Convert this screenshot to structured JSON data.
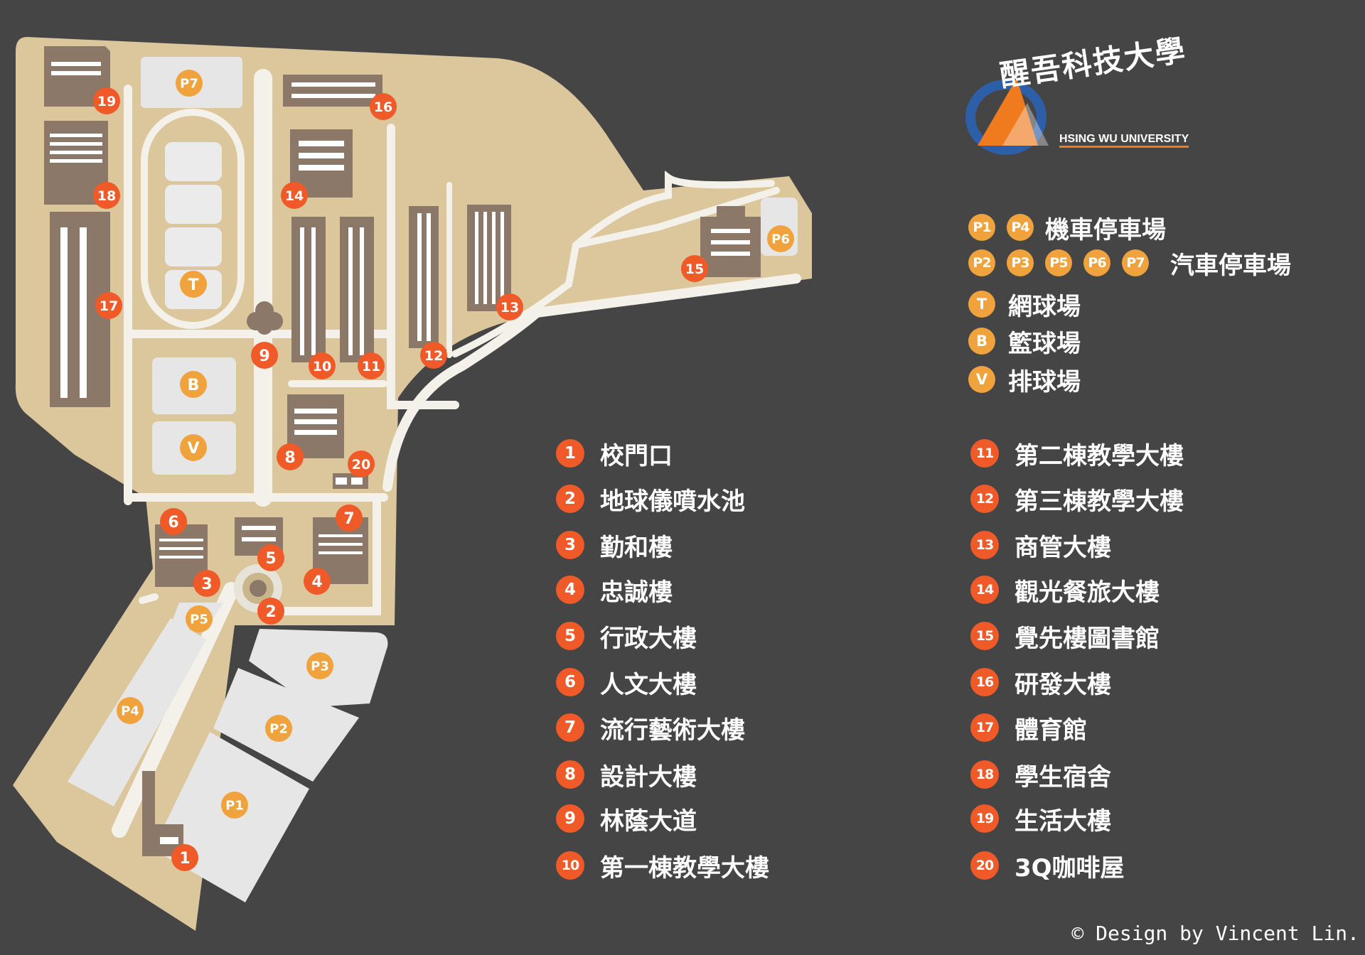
{
  "logo": {
    "name_zh": "醒吾科技大學",
    "name_en": "HSING WU UNIVERSITY"
  },
  "key": [
    {
      "pins": [
        "P1",
        "P4"
      ],
      "label": "機車停車場"
    },
    {
      "pins": [
        "P2",
        "P3",
        "P5",
        "P6",
        "P7"
      ],
      "label": "汽車停車場"
    },
    {
      "pins": [
        "T"
      ],
      "label": "網球場"
    },
    {
      "pins": [
        "B"
      ],
      "label": "籃球場"
    },
    {
      "pins": [
        "V"
      ],
      "label": "排球場"
    }
  ],
  "buildings": [
    {
      "num": "1",
      "name": "校門口"
    },
    {
      "num": "2",
      "name": "地球儀噴水池"
    },
    {
      "num": "3",
      "name": "勤和樓"
    },
    {
      "num": "4",
      "name": "忠誠樓"
    },
    {
      "num": "5",
      "name": "行政大樓"
    },
    {
      "num": "6",
      "name": "人文大樓"
    },
    {
      "num": "7",
      "name": "流行藝術大樓"
    },
    {
      "num": "8",
      "name": "設計大樓"
    },
    {
      "num": "9",
      "name": "林蔭大道"
    },
    {
      "num": "10",
      "name": "第一棟教學大樓"
    },
    {
      "num": "11",
      "name": "第二棟教學大樓"
    },
    {
      "num": "12",
      "name": "第三棟教學大樓"
    },
    {
      "num": "13",
      "name": "商管大樓"
    },
    {
      "num": "14",
      "name": "觀光餐旅大樓"
    },
    {
      "num": "15",
      "name": "覺先樓圖書館"
    },
    {
      "num": "16",
      "name": "研發大樓"
    },
    {
      "num": "17",
      "name": "體育館"
    },
    {
      "num": "18",
      "name": "學生宿舍"
    },
    {
      "num": "19",
      "name": "生活大樓"
    },
    {
      "num": "20",
      "name": "3Q咖啡屋"
    }
  ],
  "credit": "© Design by Vincent Lin.",
  "colors": {
    "background": "#454545",
    "campus": "#dcc69b",
    "road": "#f4f1ea",
    "building": "#8b7868",
    "lot": "#e6e6e6",
    "number_marker": "#f05a28",
    "facility_marker": "#f0a23c"
  }
}
